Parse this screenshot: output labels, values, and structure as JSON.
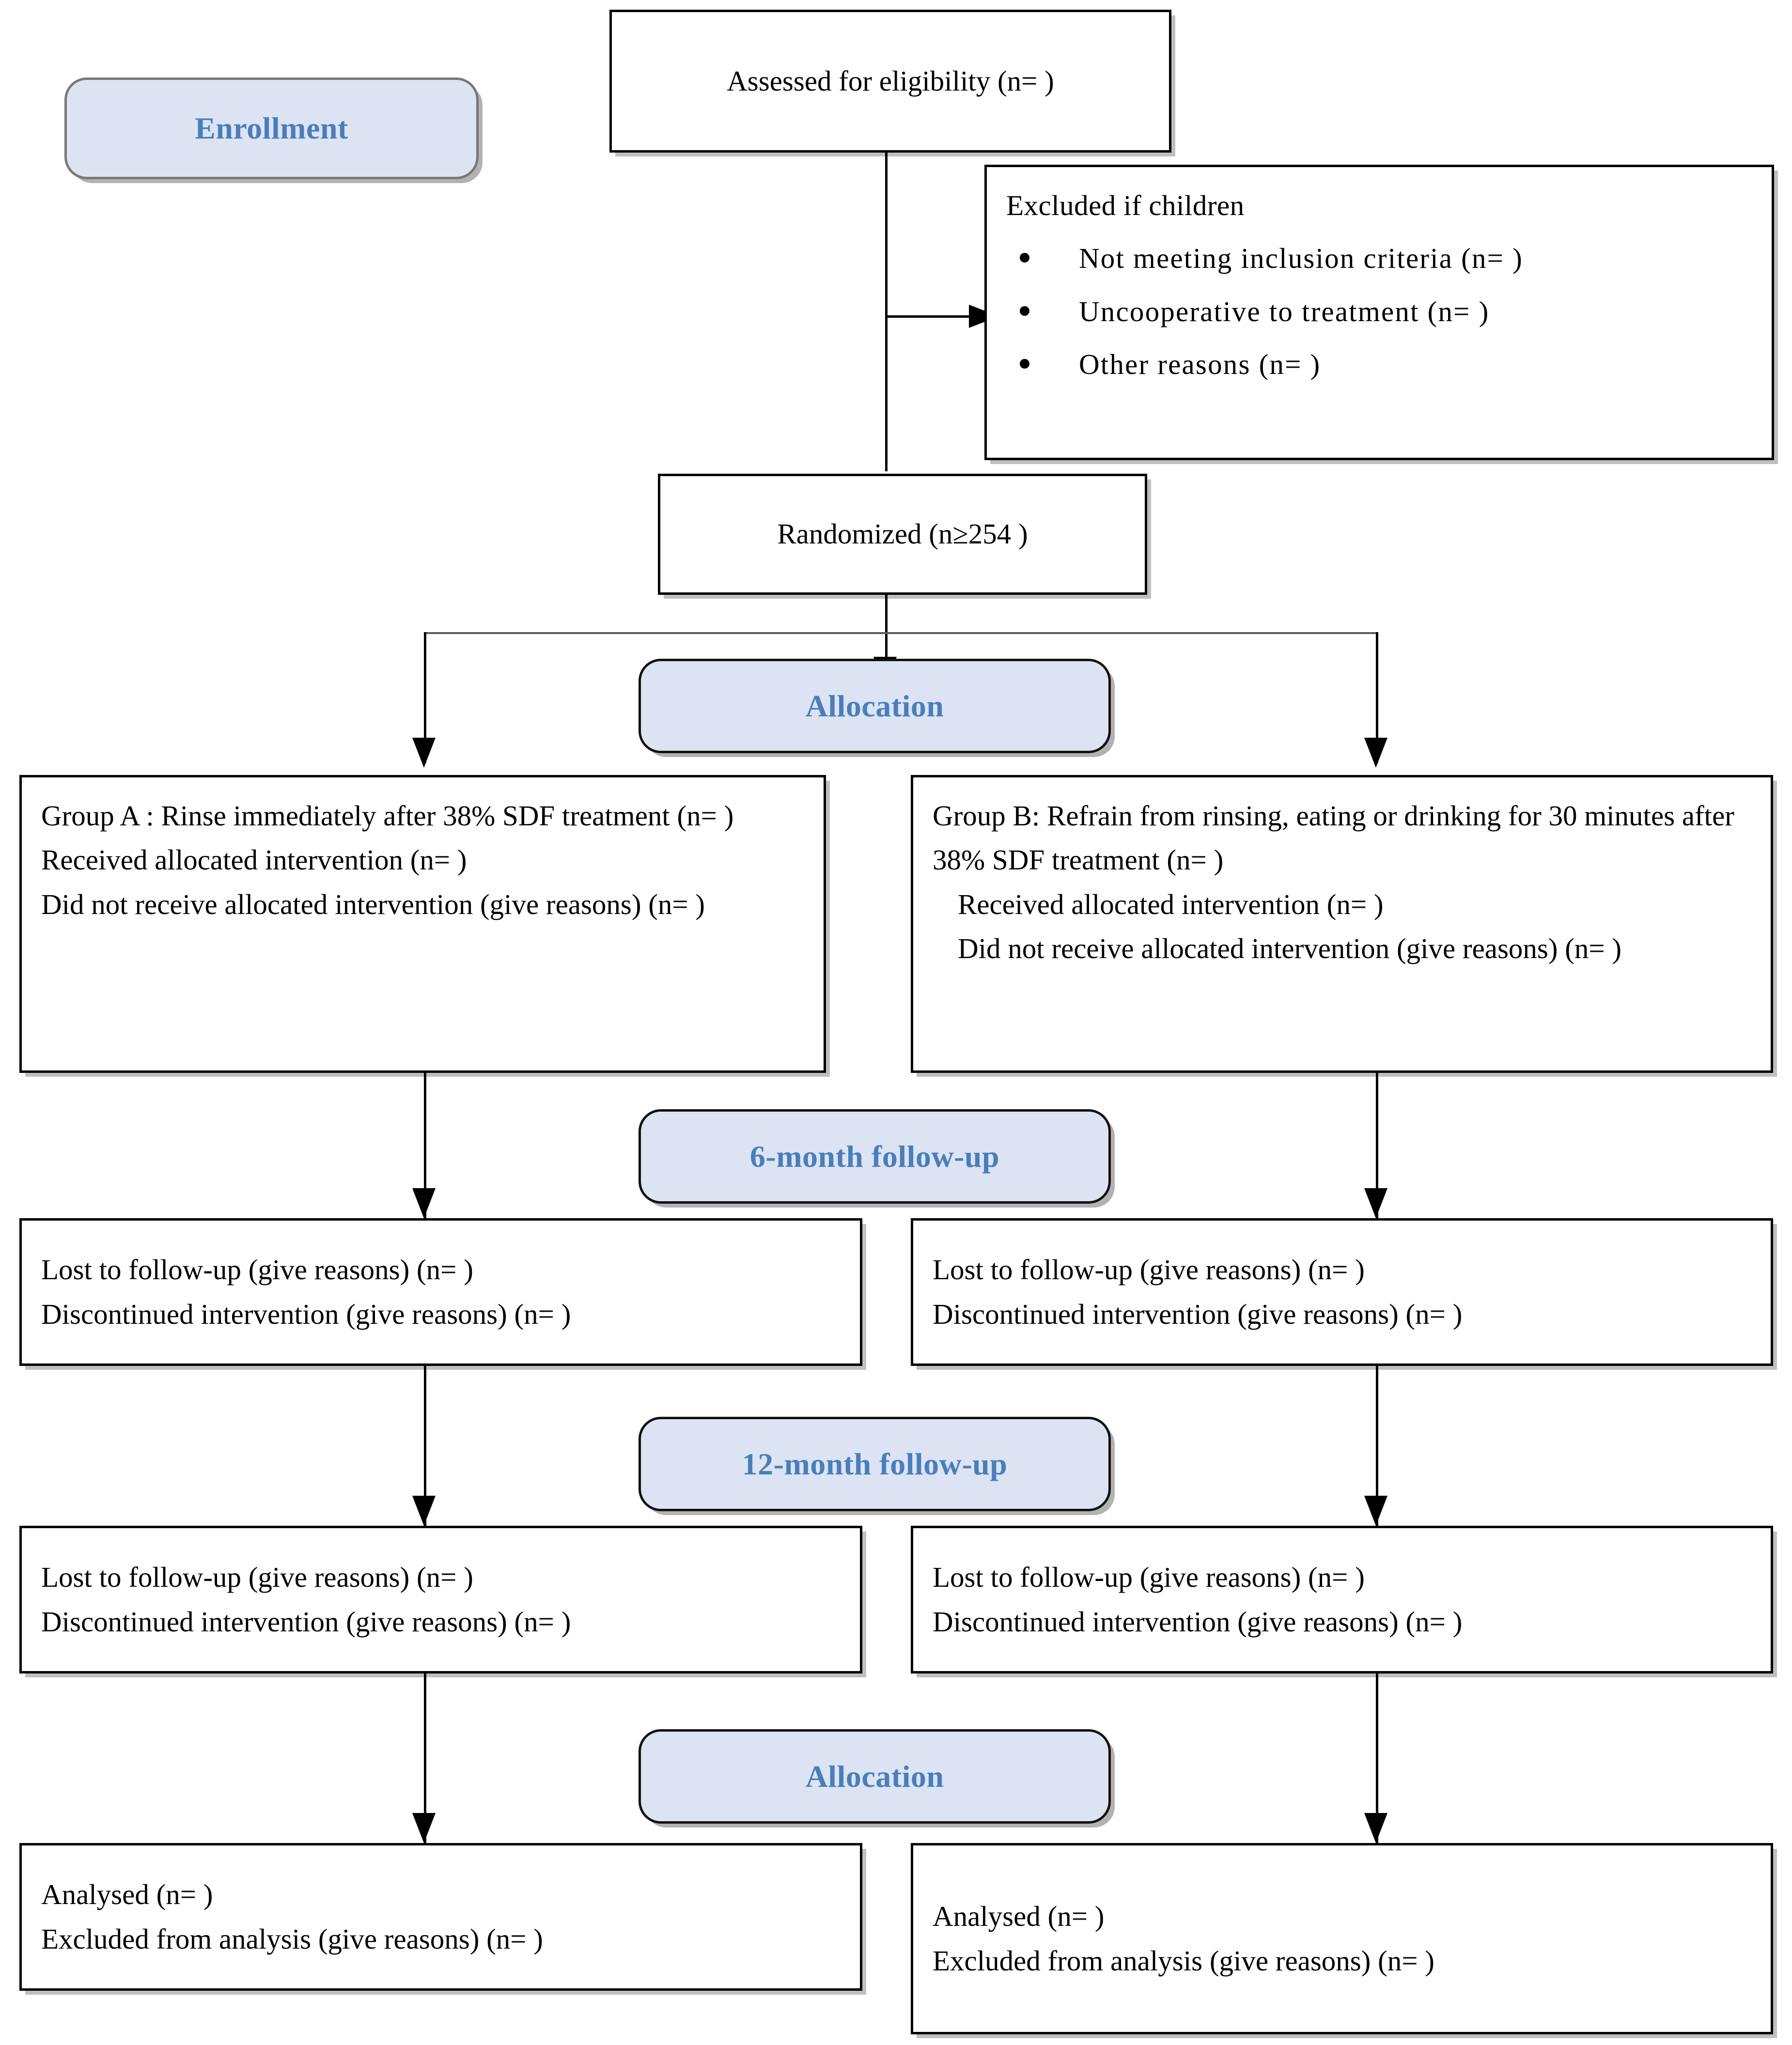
{
  "diagram": {
    "title": "CONSORT flow diagram",
    "accent_blue_fill": "#dce3f2",
    "accent_blue_text": "#4a7ebb",
    "node_border": "#000000"
  },
  "stages": {
    "enrollment": "Enrollment",
    "allocation": "Allocation",
    "follow_up_6": "6-month follow-up",
    "follow_up_12": "12-month follow-up",
    "analysis": "Allocation"
  },
  "nodes": {
    "assessed": {
      "text": "Assessed for eligibility (n= )"
    },
    "excluded": {
      "heading": "Excluded if children",
      "items": [
        "Not meeting inclusion criteria (n= )",
        "Uncooperative to treatment (n= )",
        "Other reasons (n= )"
      ]
    },
    "randomized": {
      "text": "Randomized (n≥254 )"
    },
    "group_a": {
      "line1": "Group A : Rinse immediately after 38% SDF treatment (n= )",
      "line2": "Received allocated intervention (n= )",
      "line3": "Did not receive allocated intervention (give reasons) (n= )"
    },
    "group_b": {
      "line1": "Group B: Refrain from rinsing, eating or drinking for 30 minutes after 38% SDF treatment (n= )",
      "line2": "Received allocated intervention (n= )",
      "line3": "Did not receive allocated intervention (give reasons) (n= )"
    },
    "followup6_left": {
      "line1": "Lost to follow-up (give reasons) (n= )",
      "line2": "Discontinued intervention (give reasons) (n= )"
    },
    "followup6_right": {
      "line1": "Lost to follow-up (give reasons) (n= )",
      "line2": "Discontinued intervention (give reasons) (n= )"
    },
    "followup12_left": {
      "line1": "Lost to follow-up (give reasons) (n= )",
      "line2": "Discontinued intervention (give reasons) (n= )"
    },
    "followup12_right": {
      "line1": "Lost to follow-up (give reasons) (n= )",
      "line2": "Discontinued intervention (give reasons) (n= )"
    },
    "analysed_left": {
      "line1": "Analysed (n= )",
      "line2": "Excluded from analysis (give reasons) (n= )"
    },
    "analysed_right": {
      "line1": "Analysed (n= )",
      "line2": "Excluded from analysis (give reasons) (n= )"
    }
  }
}
